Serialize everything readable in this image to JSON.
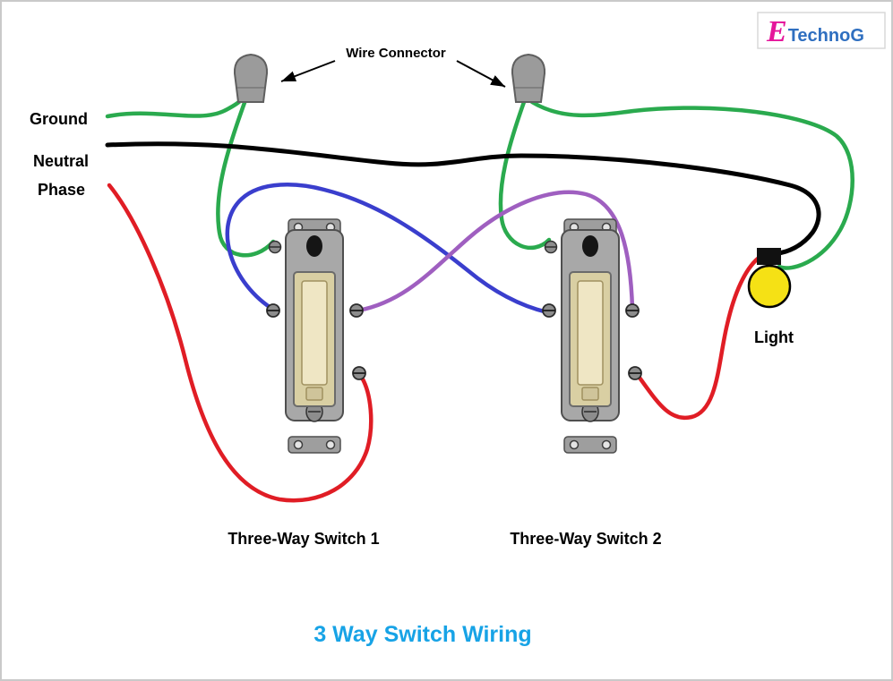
{
  "logo": {
    "e": "E",
    "rest": "TechnoG"
  },
  "labels": {
    "wire_connector": "Wire Connector",
    "ground": "Ground",
    "neutral": "Neutral",
    "phase": "Phase",
    "switch1": "Three-Way Switch 1",
    "switch2": "Three-Way Switch 2",
    "light": "Light",
    "title": "3 Way Switch Wiring"
  },
  "colors": {
    "ground_wire": "#2aא4",
    "ground": "#2aaa4e",
    "neutral": "#000000",
    "phase": "#e01d25",
    "traveler_blue": "#3a3ecd",
    "traveler_purple": "#9f5fc0",
    "title": "#17a3e6",
    "logo_e": "#e5169b",
    "logo_text": "#2f6fc0",
    "connector_body": "#9b9b9b",
    "switch_body": "#a8a8a8",
    "rocker": "#efe6c4",
    "bulb": "#f5e115",
    "bulb_cap": "#111111"
  }
}
